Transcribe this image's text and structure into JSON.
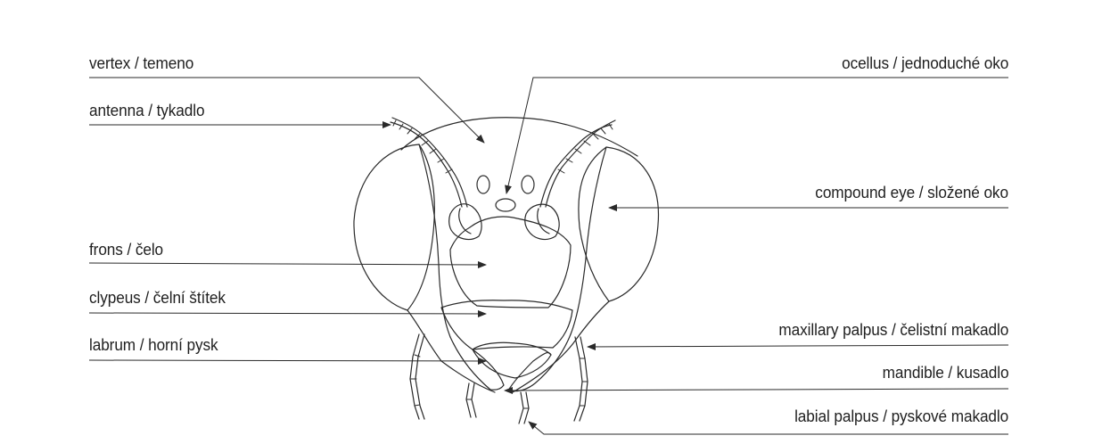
{
  "labels_left": [
    {
      "id": "vertex",
      "text": "vertex / temeno"
    },
    {
      "id": "antenna",
      "text": "antenna / tykadlo"
    },
    {
      "id": "frons",
      "text": "frons / čelo"
    },
    {
      "id": "clypeus",
      "text": "clypeus / čelní štítek"
    },
    {
      "id": "labrum",
      "text": "labrum / horní pysk"
    }
  ],
  "labels_right": [
    {
      "id": "ocellus",
      "text": "ocellus / jednoduché oko"
    },
    {
      "id": "compound-eye",
      "text": "compound eye / složené oko"
    },
    {
      "id": "maxillary-palpus",
      "text": "maxillary palpus / čelistní makadlo"
    },
    {
      "id": "mandible",
      "text": "mandible / kusadlo"
    },
    {
      "id": "labial-palpus",
      "text": "labial palpus / pyskové makadlo"
    }
  ],
  "colors": {
    "line": "#2a2a2a",
    "text": "#1f1f1f",
    "background": "#ffffff"
  }
}
